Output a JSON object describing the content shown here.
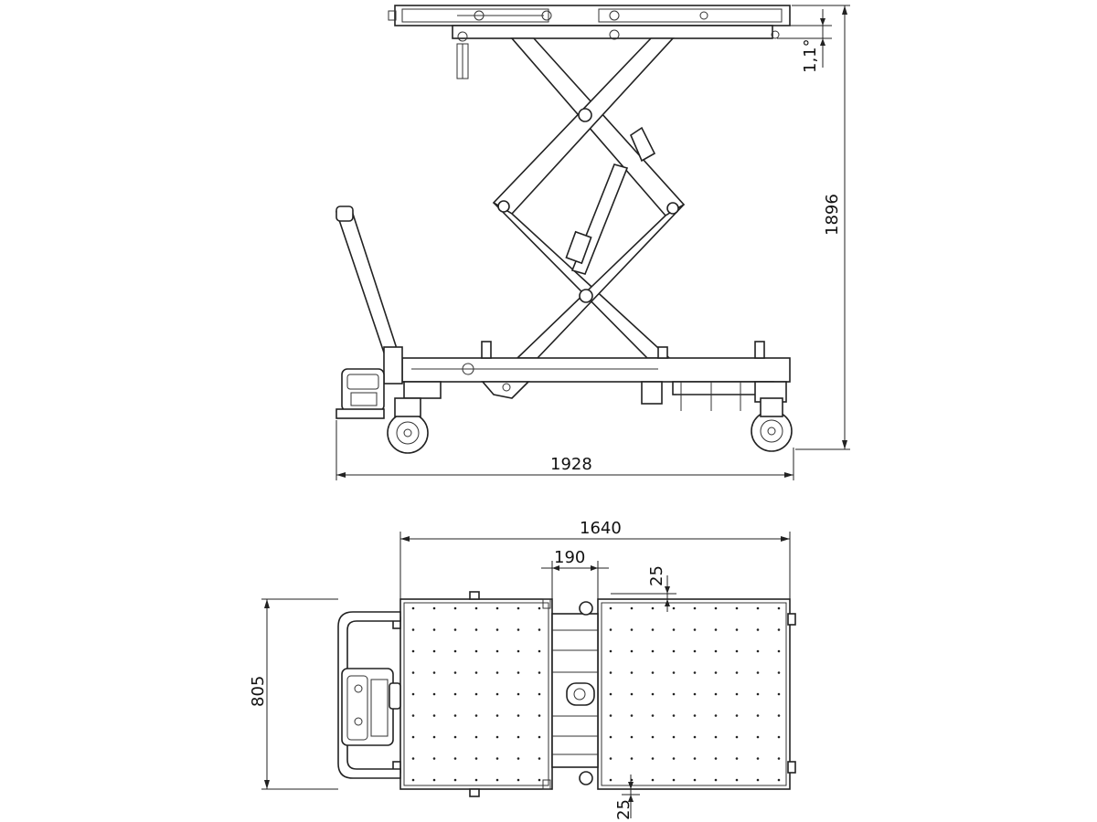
{
  "side_view": {
    "dim_length": "1928",
    "dim_height": "1896",
    "dim_tilt": "1,1°"
  },
  "top_view": {
    "dim_length": "1640",
    "dim_gap": "190",
    "dim_offset_top": "25",
    "dim_offset_bottom": "25",
    "dim_width": "805"
  }
}
